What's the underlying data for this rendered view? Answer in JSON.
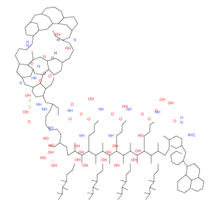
{
  "structure_atoms": [
    {
      "text": "H",
      "color": "#3050f8"
    },
    {
      "text": "N",
      "color": "#3050f8"
    },
    {
      "text": "OH",
      "color": "#ff0d0d"
    },
    {
      "text": "N",
      "color": "#3050f8"
    },
    {
      "text": "H",
      "color": "#1a1a1a"
    },
    {
      "text": "O",
      "color": "#ff0d0d"
    },
    {
      "text": "O",
      "color": "#ff0d0d"
    },
    {
      "text": "N",
      "color": "#3050f8"
    },
    {
      "text": "H",
      "color": "#1a1a1a"
    },
    {
      "text": "OH",
      "color": "#ff0d0d"
    },
    {
      "text": "N",
      "color": "#3050f8"
    },
    {
      "text": "O",
      "color": "#ff0d0d"
    },
    {
      "text": "HN",
      "color": "#3050f8"
    },
    {
      "text": "N",
      "color": "#3050f8"
    },
    {
      "text": "O",
      "color": "#ff0d0d"
    },
    {
      "text": "O",
      "color": "#ff0d0d"
    },
    {
      "text": "S",
      "color": "#c8a000"
    },
    {
      "text": "S",
      "color": "#c8a000"
    },
    {
      "text": "OH",
      "color": "#ff0d0d"
    },
    {
      "text": "OH",
      "color": "#ff0d0d"
    },
    {
      "text": "OH",
      "color": "#ff0d0d"
    },
    {
      "text": "NH",
      "color": "#3050f8"
    },
    {
      "text": "O",
      "color": "#ff0d0d"
    },
    {
      "text": "OH",
      "color": "#ff0d0d"
    },
    {
      "text": "NH",
      "color": "#3050f8"
    },
    {
      "text": "NH",
      "color": "#3050f8"
    },
    {
      "text": "NH",
      "color": "#3050f8"
    },
    {
      "text": "NH",
      "color": "#3050f8"
    },
    {
      "text": "NH",
      "color": "#3050f8"
    },
    {
      "text": "OH",
      "color": "#ff0d0d"
    },
    {
      "text": "O",
      "color": "#ff0d0d"
    },
    {
      "text": "OH",
      "color": "#ff0d0d"
    },
    {
      "text": "H",
      "color": "#3050f8"
    },
    {
      "text": "N",
      "color": "#3050f8"
    },
    {
      "text": "O",
      "color": "#ff0d0d"
    },
    {
      "text": "O",
      "color": "#ff0d0d"
    },
    {
      "text": "O",
      "color": "#ff0d0d"
    },
    {
      "text": "O",
      "color": "#ff0d0d"
    },
    {
      "text": "O",
      "color": "#ff0d0d"
    },
    {
      "text": "O",
      "color": "#ff0d0d"
    },
    {
      "text": "O",
      "color": "#ff0d0d"
    },
    {
      "text": "O",
      "color": "#ff0d0d"
    },
    {
      "text": "O",
      "color": "#ff0d0d"
    },
    {
      "text": "NH",
      "color": "#3050f8"
    },
    {
      "text": "NH",
      "color": "#3050f8"
    },
    {
      "text": "NH",
      "color": "#3050f8"
    },
    {
      "text": "HO",
      "color": "#ff0d0d"
    },
    {
      "text": "HO",
      "color": "#ff0d0d"
    },
    {
      "text": "HO",
      "color": "#ff0d0d"
    },
    {
      "text": "OH",
      "color": "#ff0d0d"
    },
    {
      "text": "OH",
      "color": "#ff0d0d"
    },
    {
      "text": "OH",
      "color": "#ff0d0d"
    },
    {
      "text": "OH",
      "color": "#ff0d0d"
    },
    {
      "text": "OH",
      "color": "#ff0d0d"
    },
    {
      "text": "HO",
      "color": "#ff0d0d"
    },
    {
      "text": "OH",
      "color": "#ff0d0d"
    },
    {
      "text": "OH",
      "color": "#ff0d0d"
    },
    {
      "text": "OH",
      "color": "#ff0d0d"
    },
    {
      "text": "OH",
      "color": "#ff0d0d"
    },
    {
      "text": "OH",
      "color": "#ff0d0d"
    },
    {
      "text": "OH",
      "color": "#ff0d0d"
    },
    {
      "text": "OH",
      "color": "#ff0d0d"
    },
    {
      "text": "NH2",
      "color": "#3050f8"
    }
  ]
}
